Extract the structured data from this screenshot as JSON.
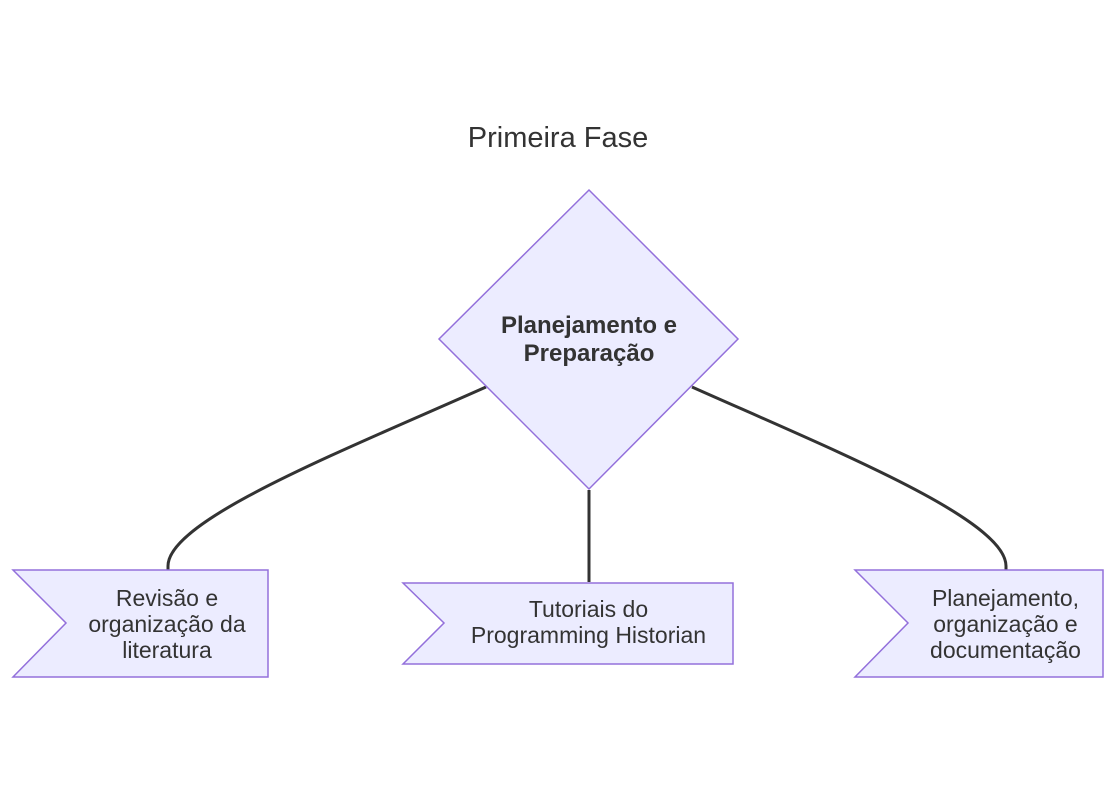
{
  "diagram": {
    "title": "Primeira Fase",
    "root": {
      "label": "Planejamento e\nPreparação"
    },
    "children": [
      {
        "label": "Revisão e\norganização da\nliteratura"
      },
      {
        "label": "Tutoriais do\nProgramming Historian"
      },
      {
        "label": "Planejamento,\norganização e\ndocumentação"
      }
    ]
  },
  "colors": {
    "node_fill": "#ececff",
    "node_stroke": "#9370db",
    "edge": "#333333",
    "text": "#333333"
  }
}
